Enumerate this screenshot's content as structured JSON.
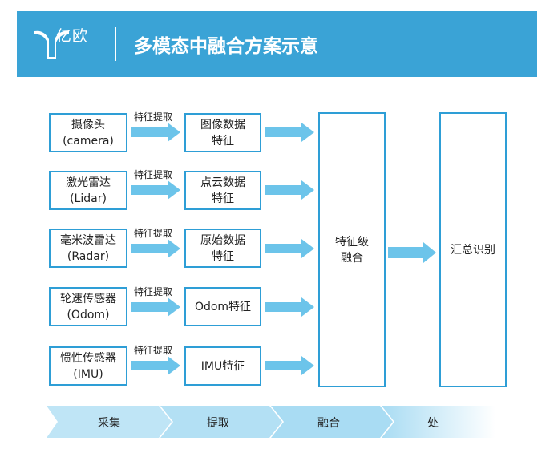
{
  "header": {
    "logo_text": "亿欧",
    "title": "多模态中融合方案示意"
  },
  "diagram": {
    "rows": [
      {
        "source_line1": "摄像头",
        "source_line2": "(camera)",
        "extract_label": "特征提取",
        "feature_line1": "图像数据",
        "feature_line2": "特征"
      },
      {
        "source_line1": "激光雷达",
        "source_line2": "(Lidar)",
        "extract_label": "特征提取",
        "feature_line1": "点云数据",
        "feature_line2": "特征"
      },
      {
        "source_line1": "毫米波雷达",
        "source_line2": "(Radar)",
        "extract_label": "特征提取",
        "feature_line1": "原始数据",
        "feature_line2": "特征"
      },
      {
        "source_line1": "轮速传感器",
        "source_line2": "(Odom)",
        "extract_label": "特征提取",
        "feature_line1": "Odom特征",
        "feature_line2": ""
      },
      {
        "source_line1": "惯性传感器",
        "source_line2": "(IMU)",
        "extract_label": "特征提取",
        "feature_line1": "IMU特征",
        "feature_line2": ""
      }
    ],
    "fusion_line1": "特征级",
    "fusion_line2": "融合",
    "recognition": "汇总识别"
  },
  "process": {
    "stages": [
      "采集",
      "提取",
      "融合",
      "处"
    ]
  },
  "colors": {
    "header_bg": "#3aa3d6",
    "box_border": "#2e9ed6",
    "arrow": "#6cc4ea",
    "process_bar": "#a9dcf3"
  }
}
